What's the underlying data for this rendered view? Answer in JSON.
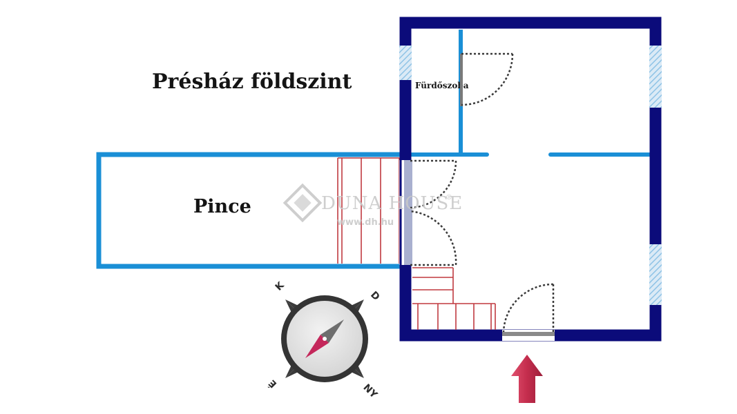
{
  "title": "Présház földszint",
  "rooms": {
    "bathroom": "Fürdőszoba",
    "cellar": "Pince"
  },
  "watermark": {
    "brand": "DUNA HOUSE",
    "registered": "®",
    "url": "www.dh.hu"
  },
  "compass": {
    "north": "É",
    "south": "D",
    "east": "K",
    "west": "NY"
  },
  "colors": {
    "outer_wall": "#0b0b7a",
    "inner_wall": "#1a8fd6",
    "stairs": "#c0393f",
    "window": "#8fc3e6",
    "entrance_arrow": "#c42d4d",
    "compass_needle": "#c4285b"
  },
  "icons": {
    "compass": "compass-icon",
    "entrance": "entrance-arrow-icon",
    "watermark_logo": "duna-house-logo-icon"
  }
}
